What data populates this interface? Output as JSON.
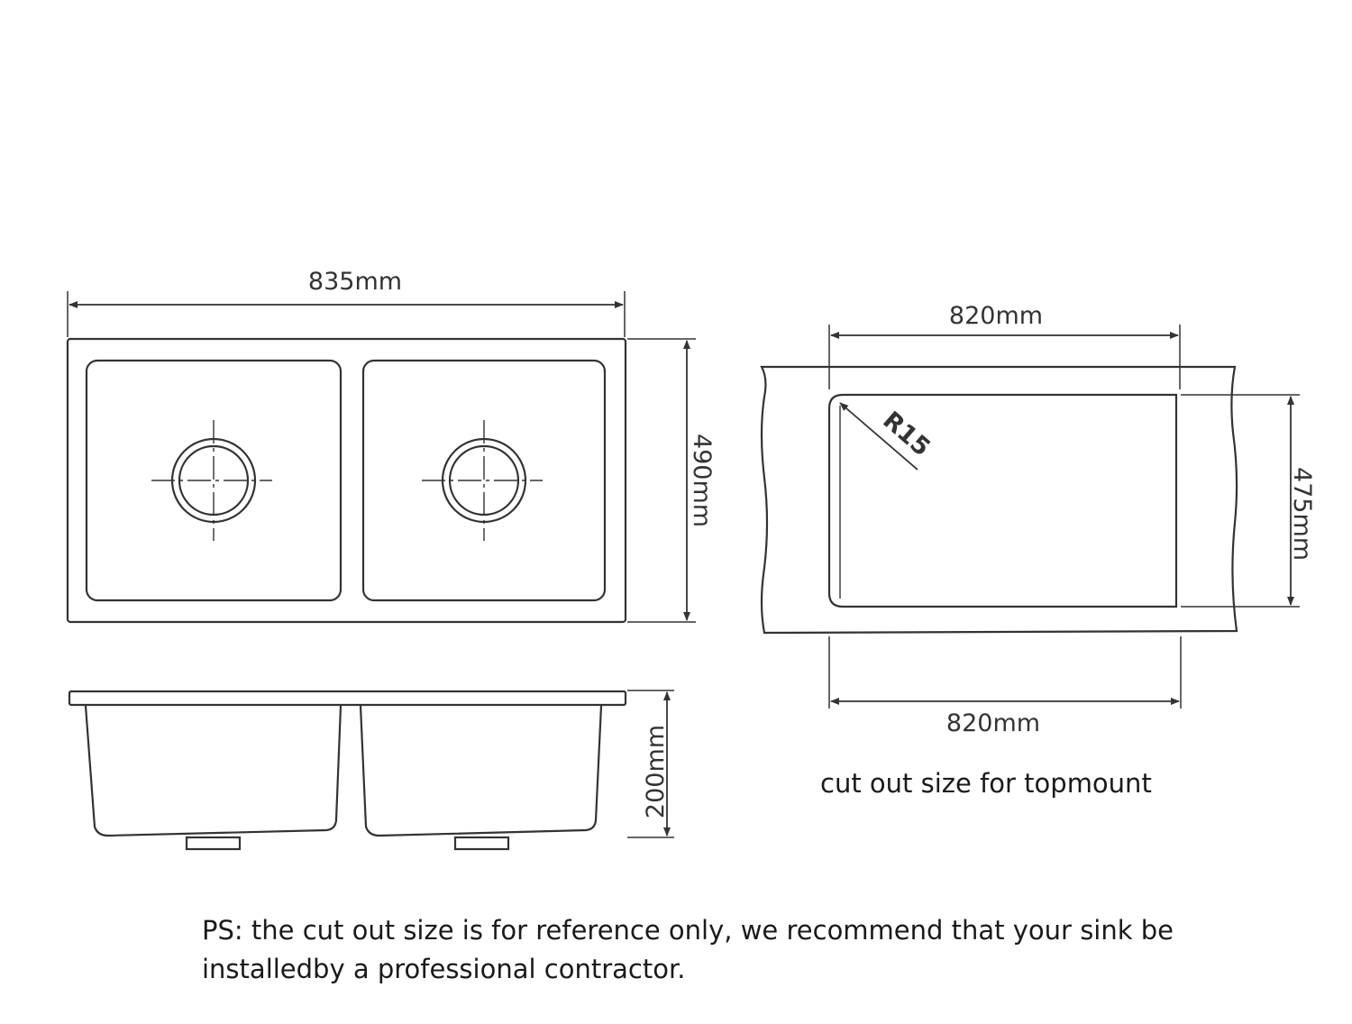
{
  "top_view": {
    "width_label": "835mm",
    "height_label": "490mm"
  },
  "side_view": {
    "depth_label": "200mm"
  },
  "cutout_view": {
    "top_width_label": "820mm",
    "bottom_width_label": "820mm",
    "height_label": "475mm",
    "radius_label": "R15",
    "caption": "cut out size for topmount"
  },
  "note": {
    "line1": "PS: the cut out size is for reference only, we recommend that your sink be",
    "line2": "installedby a professional contractor."
  },
  "colors": {
    "line": "#333333",
    "background": "#ffffff"
  }
}
